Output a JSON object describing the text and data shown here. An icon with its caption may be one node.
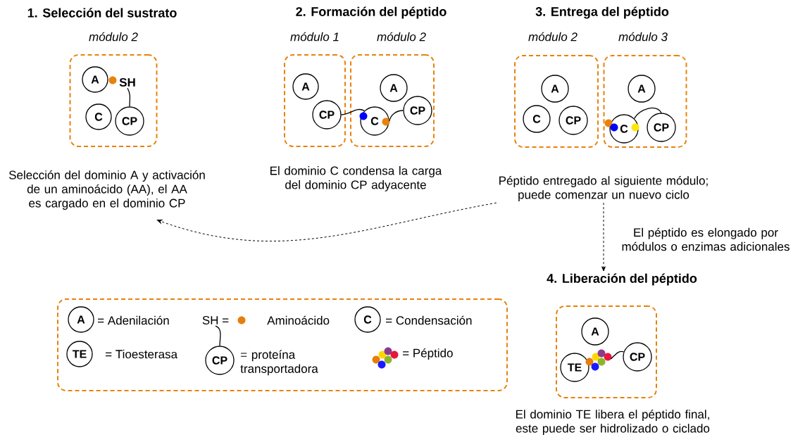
{
  "diagram": {
    "nodes": [
      {
        "text": [
          "módulo 2"
        ]
      },
      {
        "text": [
          "A"
        ],
        "in": 0
      },
      {
        "text": [
          "SH"
        ],
        "in": 0
      },
      {
        "text": [
          "C"
        ],
        "in": 0
      },
      {
        "text": [
          "CP"
        ],
        "in": 0
      },
      {
        "text": [
          "módulo 1"
        ]
      },
      {
        "text": [
          "A"
        ],
        "in": 5
      },
      {
        "text": [
          "CP"
        ],
        "in": 5
      },
      {
        "text": [
          "módulo 2"
        ]
      },
      {
        "text": [
          "A"
        ],
        "in": 8
      },
      {
        "text": [
          "C"
        ],
        "in": 8
      },
      {
        "text": [
          "CP"
        ],
        "in": 8
      },
      {
        "text": [
          "módulo 2"
        ]
      },
      {
        "text": [
          "A"
        ],
        "in": 12
      },
      {
        "text": [
          "C"
        ],
        "in": 12
      },
      {
        "text": [
          "CP"
        ],
        "in": 12
      },
      {
        "text": [
          "módulo 3"
        ]
      },
      {
        "text": [
          "A"
        ],
        "in": 16
      },
      {
        "text": [
          "C"
        ],
        "in": 16
      },
      {
        "text": [
          "CP"
        ],
        "in": 16
      },
      {
        "text": [
          "Selección del dominio A y activación de un aminoácido (AA), el AA es cargado en el dominio CP"
        ]
      },
      {
        "text": [
          "Péptido entregado al siguiente módulo; puede comenzar un nuevo ciclo"
        ]
      },
      {
        "text": [
          "4. Liberación del péptido"
        ]
      },
      {
        "text": [],
        "shape": "box"
      },
      {
        "text": [
          "A"
        ],
        "in": 23
      },
      {
        "text": [
          "SH ="
        ],
        "in": 23
      },
      {
        "text": [
          "C"
        ],
        "in": 23
      },
      {
        "text": [
          "TE"
        ],
        "in": 23
      },
      {
        "text": [
          "CP"
        ],
        "in": 23
      },
      {
        "text": [],
        "shape": "box"
      },
      {
        "text": [
          "A"
        ],
        "in": 29
      },
      {
        "text": [
          "TE"
        ],
        "in": 29
      },
      {
        "text": [],
        "shape": "picture",
        "in": 29
      },
      {
        "text": [
          "CP"
        ],
        "in": 29
      }
    ],
    "edges": [
      {
        "from": 2,
        "to": 4,
        "arrow": "none"
      },
      {
        "from": 7,
        "to": 10,
        "arrow": "none"
      },
      {
        "from": 10,
        "to": 11,
        "arrow": "none"
      },
      {
        "from": 18,
        "to": 19,
        "arrow": "none"
      },
      {
        "from": 21,
        "to": 20,
        "arrow": "to",
        "style": "dashed"
      },
      {
        "from": 21,
        "to": 22,
        "arrow": "to",
        "style": "dashed",
        "label": "El péptido es elongado por módulos o enzimas adicionales"
      },
      {
        "from": 25,
        "to": 28,
        "arrow": "none"
      },
      {
        "from": 32,
        "to": 33,
        "arrow": "none"
      }
    ],
    "labels": [
      "1. Selección del sustrato",
      "2. Formación del péptido",
      "3. Entrega del péptido",
      "El dominio C condensa la carga del dominio CP adyacente",
      "El dominio TE libera el péptido final, este puede ser hidrolizado o ciclado"
    ],
    "legend": [
      {
        "text": "= Adenilación"
      },
      {
        "text": "Aminoácido",
        "color": "#e87d0d"
      },
      {
        "text": "= Condensación"
      },
      {
        "text": "= Tioesterasa"
      },
      {
        "text": "= proteína transportadora"
      },
      {
        "text": "= Péptido"
      }
    ]
  }
}
